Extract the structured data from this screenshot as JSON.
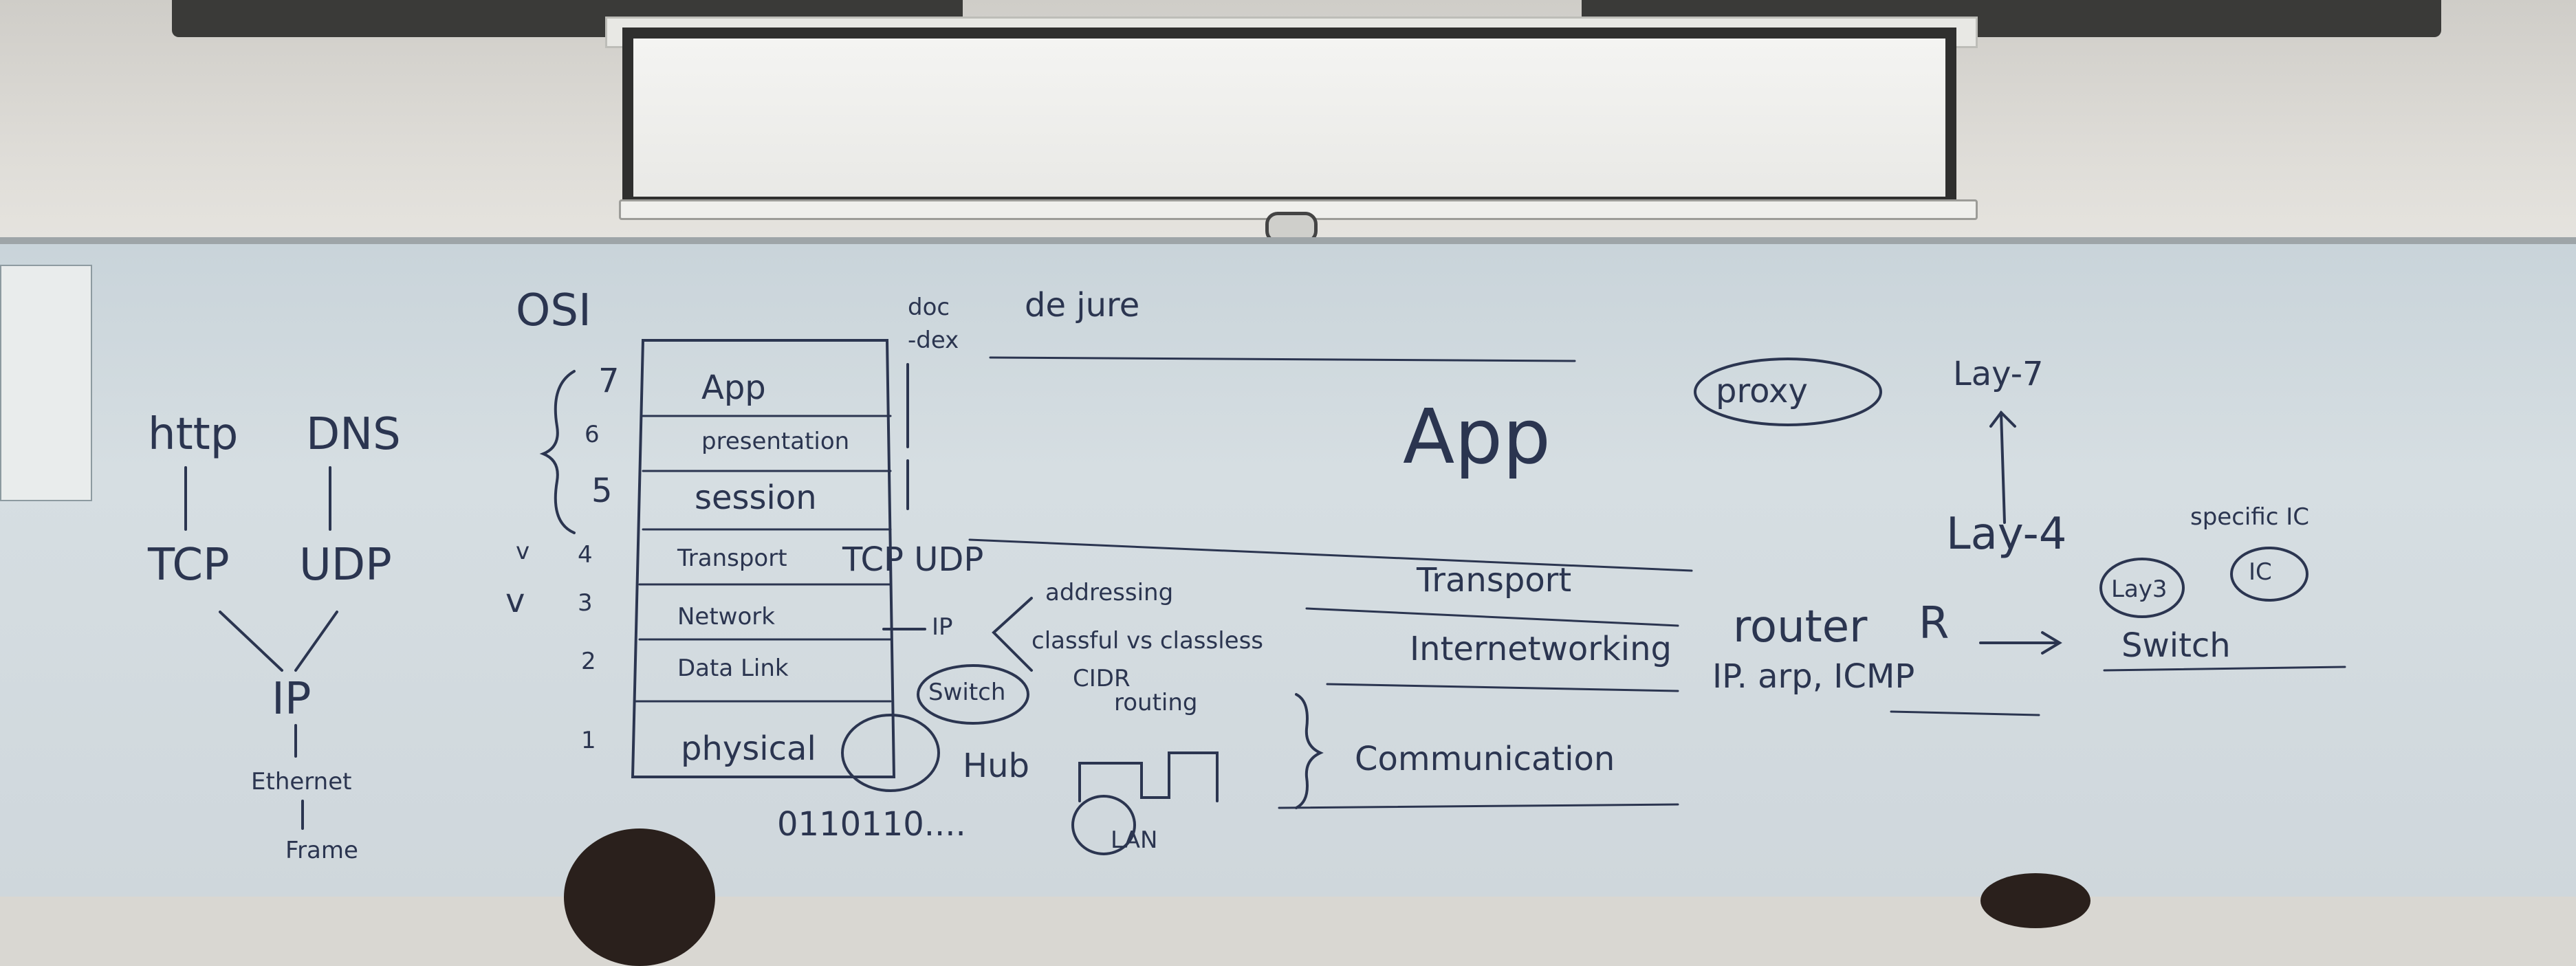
{
  "image": {
    "subject": "classroom whiteboard under a retractable projector screen"
  },
  "left_diagram": {
    "app_protocols": [
      "http",
      "DNS"
    ],
    "transport": [
      "TCP",
      "UDP"
    ],
    "network": "IP",
    "link": "Ethernet",
    "unit": "Frame"
  },
  "osi": {
    "title": "OSI",
    "header_left_top": "doc",
    "header_left_bottom": "-dex",
    "header_right": "de jure",
    "layers": [
      {
        "num": "7",
        "name": "App",
        "check": ""
      },
      {
        "num": "6",
        "name": "presentation",
        "check": ""
      },
      {
        "num": "5",
        "name": "session",
        "check": ""
      },
      {
        "num": "4",
        "name": "Transport",
        "check": "v"
      },
      {
        "num": "3",
        "name": "Network",
        "check": "v"
      },
      {
        "num": "2",
        "name": "Data Link",
        "check": ""
      },
      {
        "num": "1",
        "name": "physical",
        "check": ""
      }
    ],
    "transport_protocols": "TCP UDP",
    "network_ip": "IP",
    "ip_notes": [
      "addressing",
      "classful vs classless",
      "CIDR",
      "routing"
    ],
    "data_link_device": "Switch",
    "physical_device": "Hub",
    "bits": "0110110....",
    "lan": "LAN"
  },
  "tcpip": {
    "app": "App",
    "transport": "Transport",
    "internet": "Internetworking",
    "link": "Communication"
  },
  "right": {
    "proxy": "proxy",
    "lay7": "Lay-7",
    "lay4": "Lay-4",
    "router": "router",
    "router_abbr": "R",
    "router_protocols": "IP. arp, ICMP",
    "lay3": "Lay3",
    "switch": "Switch",
    "specific_ic": "specific IC",
    "ic": "IC"
  }
}
